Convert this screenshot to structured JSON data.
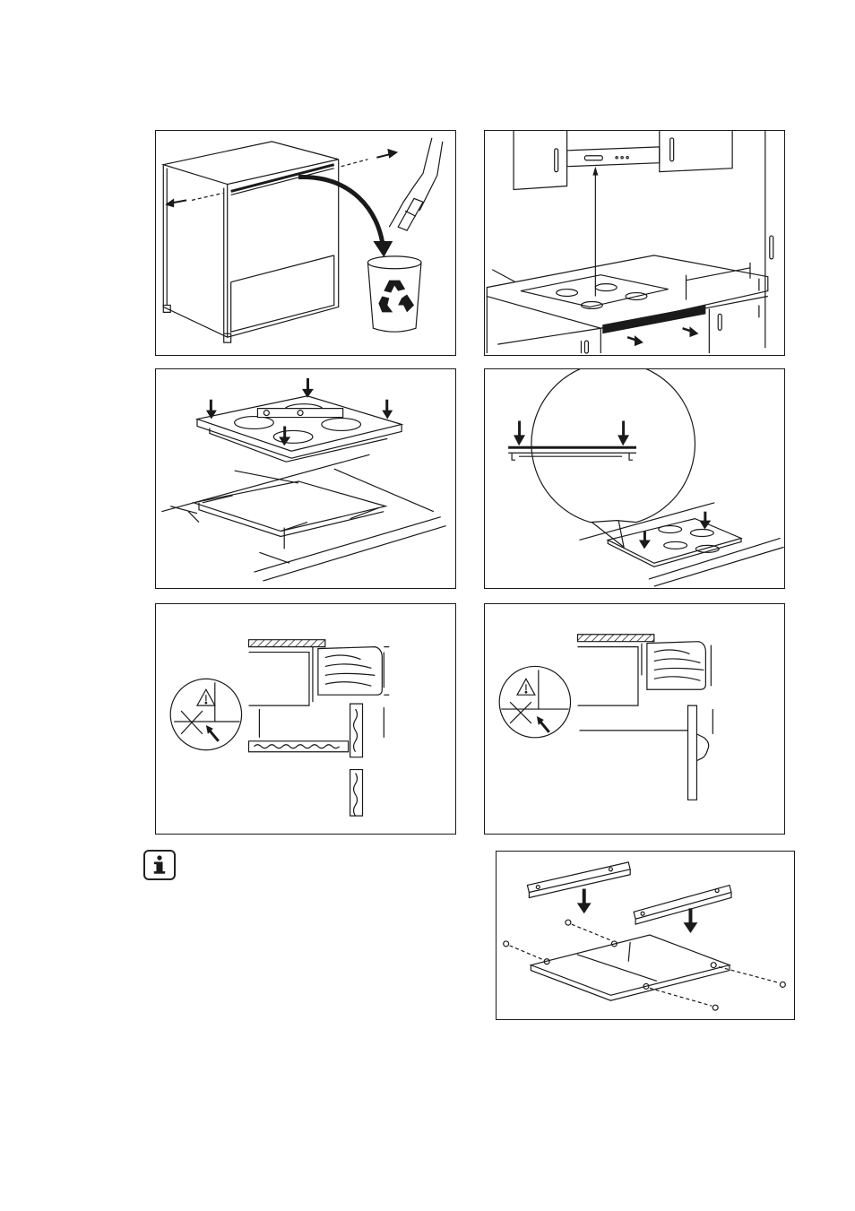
{
  "figures": [
    {
      "id": "p1",
      "name": "remove-cabinet-crossbar"
    },
    {
      "id": "p2",
      "name": "cooker-hood-clearance"
    },
    {
      "id": "p3",
      "name": "cutout-dimensions"
    },
    {
      "id": "p4",
      "name": "seal-hob-edges"
    },
    {
      "id": "p5",
      "name": "drawer-under-hob"
    },
    {
      "id": "p6",
      "name": "oven-under-hob"
    },
    {
      "id": "p7",
      "name": "fixing-brackets-assembly"
    }
  ],
  "icons": {
    "info": "info-icon",
    "recycle": "recycle-icon",
    "warning": "warning-triangle-icon"
  },
  "colors": {
    "line": "#1a1a1a",
    "fill_dark": "#1a1a1a"
  }
}
